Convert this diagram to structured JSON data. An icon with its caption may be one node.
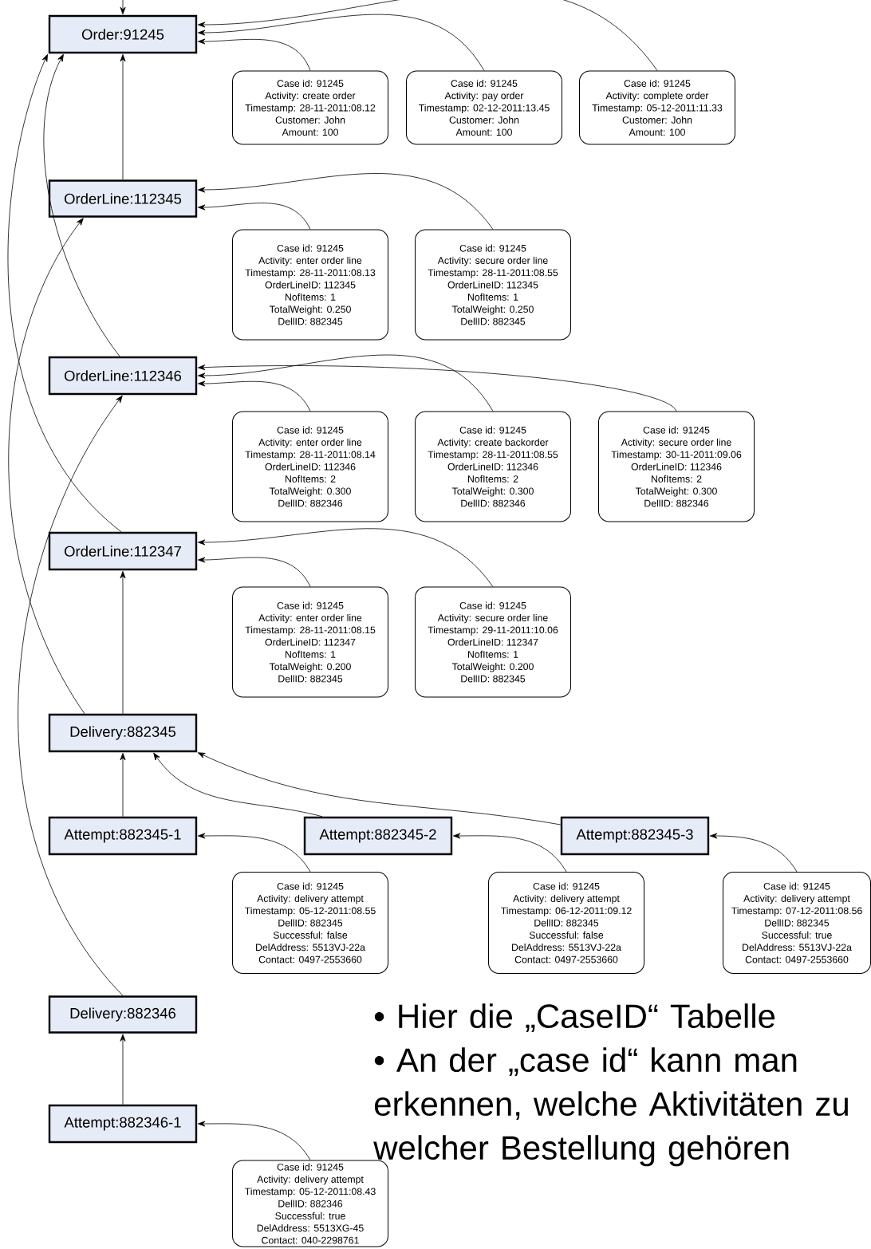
{
  "diagram": {
    "nodes": [
      {
        "text": [
          "Order:91245"
        ]
      },
      {
        "text": [
          "Case id: 91245",
          "Activity: create order",
          "Timestamp: 28-11-2011:08.12",
          "Customer: John",
          "Amount: 100"
        ]
      },
      {
        "text": [
          "Case id: 91245",
          "Activity: pay order",
          "Timestamp: 02-12-2011:13.45",
          "Customer: John",
          "Amount: 100"
        ]
      },
      {
        "text": [
          "Case id: 91245",
          "Activity: complete order",
          "Timestamp: 05-12-2011:11.33",
          "Customer: John",
          "Amount: 100"
        ]
      },
      {
        "text": [
          "OrderLine:112345"
        ]
      },
      {
        "text": [
          "Case id: 91245",
          "Activity: enter order line",
          "Timestamp: 28-11-2011:08.13",
          "OrderLineID: 112345",
          "NofItems: 1",
          "TotalWeight: 0.250",
          "DellID: 882345"
        ]
      },
      {
        "text": [
          "Case id: 91245",
          "Activity: secure order line",
          "Timestamp: 28-11-2011:08.55",
          "OrderLineID: 112345",
          "NofItems: 1",
          "TotalWeight: 0.250",
          "DellID: 882345"
        ]
      },
      {
        "text": [
          "OrderLine:112346"
        ]
      },
      {
        "text": [
          "Case id: 91245",
          "Activity: enter order line",
          "Timestamp: 28-11-2011:08.14",
          "OrderLineID: 112346",
          "NofItems: 2",
          "TotalWeight: 0.300",
          "DellID: 882346"
        ]
      },
      {
        "text": [
          "Case id: 91245",
          "Activity: create backorder",
          "Timestamp: 28-11-2011:08.55",
          "OrderLineID: 112346",
          "NofItems: 2",
          "TotalWeight: 0.300",
          "DellID: 882346"
        ]
      },
      {
        "text": [
          "Case id: 91245",
          "Activity: secure order line",
          "Timestamp: 30-11-2011:09.06",
          "OrderLineID: 112346",
          "NofItems: 2",
          "TotalWeight: 0.300",
          "DellID: 882346"
        ]
      },
      {
        "text": [
          "OrderLine:112347"
        ]
      },
      {
        "text": [
          "Case id: 91245",
          "Activity: enter order line",
          "Timestamp: 28-11-2011:08.15",
          "OrderLineID: 112347",
          "NofItems: 1",
          "TotalWeight: 0.200",
          "DellID: 882345"
        ]
      },
      {
        "text": [
          "Case id: 91245",
          "Activity: secure order line",
          "Timestamp: 29-11-2011:10.06",
          "OrderLineID: 112347",
          "NofItems: 1",
          "TotalWeight: 0.200",
          "DellID: 882345"
        ]
      },
      {
        "text": [
          "Delivery:882345"
        ]
      },
      {
        "text": [
          "Attempt:882345-1"
        ]
      },
      {
        "text": [
          "Attempt:882345-2"
        ]
      },
      {
        "text": [
          "Attempt:882345-3"
        ]
      },
      {
        "text": [
          "Case id: 91245",
          "Activity: delivery attempt",
          "Timestamp: 05-12-2011:08.55",
          "DellID: 882345",
          "Successful: false",
          "DelAddress: 5513VJ-22a",
          "Contact: 0497-2553660"
        ]
      },
      {
        "text": [
          "Case id: 91245",
          "Activity: delivery attempt",
          "Timestamp: 06-12-2011:09.12",
          "DellID: 882345",
          "Successful: false",
          "DelAddress: 5513VJ-22a",
          "Contact: 0497-2553660"
        ]
      },
      {
        "text": [
          "Case id: 91245",
          "Activity: delivery attempt",
          "Timestamp: 07-12-2011:08.56",
          "DellID: 882345",
          "Successful: true",
          "DelAddress: 5513VJ-22a",
          "Contact: 0497-2553660"
        ]
      },
      {
        "text": [
          "Delivery:882346"
        ]
      },
      {
        "text": [
          "Attempt:882346-1"
        ]
      },
      {
        "text": [
          "Case id: 91245",
          "Activity: delivery attempt",
          "Timestamp: 05-12-2011:08.43",
          "DellID: 882346",
          "Successful: true",
          "DelAddress: 5513XG-45",
          "Contact: 040-2298761"
        ]
      }
    ],
    "edges": [
      {
        "from": null,
        "to": 0,
        "arrow": "to"
      },
      {
        "from": 1,
        "to": 0,
        "arrow": "to"
      },
      {
        "from": 2,
        "to": 0,
        "arrow": "to"
      },
      {
        "from": 3,
        "to": 0,
        "arrow": "to"
      },
      {
        "from": 5,
        "to": 4,
        "arrow": "to"
      },
      {
        "from": 6,
        "to": 4,
        "arrow": "to"
      },
      {
        "from": 8,
        "to": 7,
        "arrow": "to"
      },
      {
        "from": 9,
        "to": 7,
        "arrow": "to"
      },
      {
        "from": 10,
        "to": 7,
        "arrow": "to"
      },
      {
        "from": 12,
        "to": 11,
        "arrow": "to"
      },
      {
        "from": 13,
        "to": 11,
        "arrow": "to"
      },
      {
        "from": 18,
        "to": 15,
        "arrow": "to"
      },
      {
        "from": 19,
        "to": 16,
        "arrow": "to"
      },
      {
        "from": 20,
        "to": 17,
        "arrow": "to"
      },
      {
        "from": 23,
        "to": 22,
        "arrow": "to"
      },
      {
        "from": 4,
        "to": 0,
        "arrow": "to"
      },
      {
        "from": 7,
        "to": 0,
        "arrow": "to"
      },
      {
        "from": 11,
        "to": 0,
        "arrow": "to"
      },
      {
        "from": 14,
        "to": 11,
        "arrow": "to"
      },
      {
        "from": 14,
        "to": 4,
        "arrow": "to"
      },
      {
        "from": 21,
        "to": 7,
        "arrow": "to"
      },
      {
        "from": 15,
        "to": 14,
        "arrow": "to"
      },
      {
        "from": 16,
        "to": 14,
        "arrow": "to"
      },
      {
        "from": 17,
        "to": 14,
        "arrow": "to"
      },
      {
        "from": 22,
        "to": 21,
        "arrow": "to"
      }
    ],
    "labels": [
      "• Hier die „CaseID“ Tabelle",
      "• An der „case id“ kann man erkennen, welche Aktivitäten zu welcher Bestellung gehören"
    ]
  }
}
